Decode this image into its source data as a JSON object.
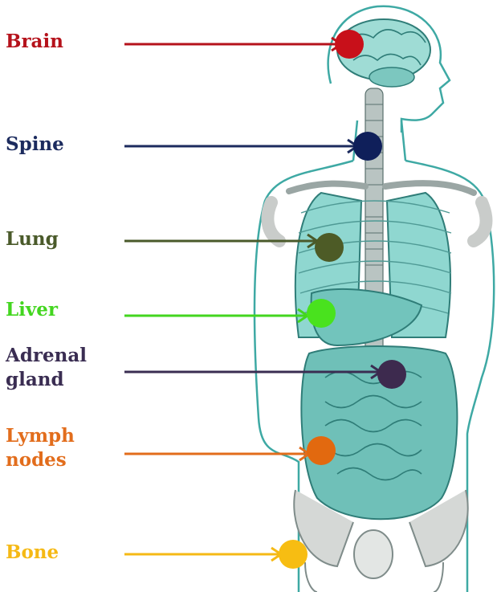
{
  "labels": [
    {
      "id": "brain",
      "text": "Brain",
      "color": "#b5121b"
    },
    {
      "id": "spine",
      "text": "Spine",
      "color": "#1c2b5e"
    },
    {
      "id": "lung",
      "text": "Lung",
      "color": "#4a5a2a"
    },
    {
      "id": "liver",
      "text": "Liver",
      "color": "#43d61f"
    },
    {
      "id": "adrenal",
      "text": "Adrenal\ngland",
      "color": "#3a2d52"
    },
    {
      "id": "lymph",
      "text": "Lymph\nnodes",
      "color": "#e26d1c"
    },
    {
      "id": "bone",
      "text": "Bone",
      "color": "#f5b915"
    }
  ],
  "dots": {
    "brain": "#c8101a",
    "spine": "#0f1f5a",
    "lung": "#4d5b26",
    "liver": "#49e21e",
    "adrenal": "#3d2a4e",
    "lymph": "#e2690f",
    "bone": "#f7bd12"
  },
  "body_colors": {
    "outline": "#3ea9a4",
    "organ_fill": "#8fd7d0",
    "organ_dark": "#4f9a95",
    "bone_grey": "#c9ccca"
  }
}
